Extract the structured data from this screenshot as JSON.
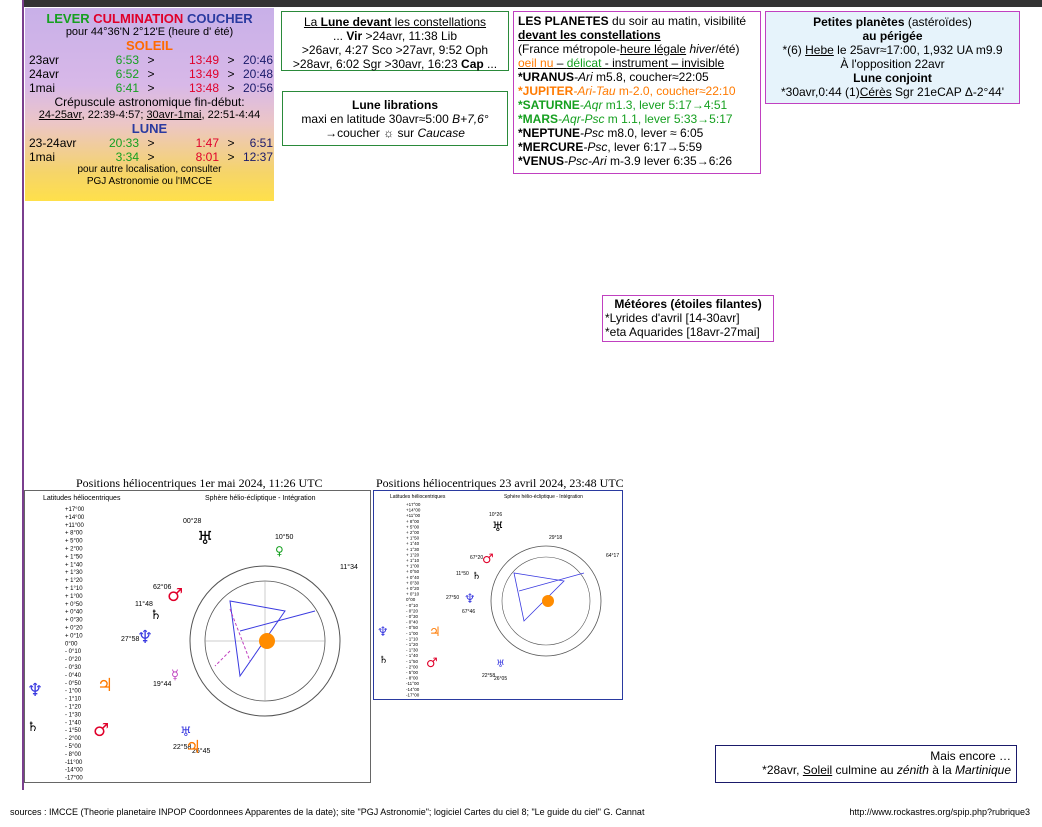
{
  "ephemeris": {
    "header": {
      "lever": "LEVER",
      "culm": "CULMINATION",
      "coucher": "COUCHER"
    },
    "location": "pour 44°36'N  2°12'E (heure d' été)",
    "soleil_title": "SOLEIL",
    "soleil_rows": [
      {
        "date": "23avr",
        "lever": "6:53",
        "culm": "13:49",
        "coucher": "20:46"
      },
      {
        "date": "24avr",
        "lever": "6:52",
        "culm": "13:49",
        "coucher": "20:48"
      },
      {
        "date": "1mai",
        "lever": "6:41",
        "culm": "13:48",
        "coucher": "20:56"
      }
    ],
    "crep_title": "Crépuscule astronomique fin-début:",
    "crep_a_date": "24-25avr",
    "crep_a_val": ", 22:39-4:57; ",
    "crep_b_date": "30avr-1mai",
    "crep_b_val": ", 22:51-4:44",
    "lune_title": "LUNE",
    "lune_rows": [
      {
        "date": "23-24avr",
        "lever": "20:33",
        "culm": "1:47",
        "coucher": "6:51"
      },
      {
        "date": "1mai",
        "lever": "3:34",
        "culm": "8:01",
        "coucher": "12:37"
      }
    ],
    "note_1": "pour autre localisation, consulter",
    "note_2": "PGJ Astronomie ou l'IMCCE",
    "sep": ">"
  },
  "lune_const": {
    "title_a": "La ",
    "title_b": "Lune devant",
    "title_c": " les constellations",
    "line1_pre": "... ",
    "line1_b": "Vir",
    "line1_post": " >24avr, 11:38 Lib",
    "line2": ">26avr, 4:27 Sco >27avr, 9:52 Oph",
    "line3_pre": ">28avr, 6:02 Sgr >30avr, 16:23 ",
    "line3_b": "Cap",
    "line3_post": " ..."
  },
  "lune_lib": {
    "title": "Lune librations",
    "line1_pre": "maxi en latitude 30avr≈5:00 ",
    "line1_i": "B+7,6°",
    "line2_pre": "→coucher ☼ sur ",
    "line2_i": "Caucase"
  },
  "planetes": {
    "title_b": "LES PLANETES",
    "title_rest": " du soir au matin, visibilité",
    "subtitle": "devant les constellations",
    "region_pre": "(France métropole-",
    "region_u": "heure légale",
    "region_i": " hiver",
    "region_post": "/été)",
    "vis_oeil": "oeil nu",
    "vis_sep1": " – ",
    "vis_delicat": "délicat",
    "vis_sep2": " - ",
    "vis_instr": "instrument",
    "vis_sep3": " – ",
    "vis_invis": "invisible",
    "items": [
      {
        "name": "*URANUS",
        "const": "-Ari",
        "rest": " m5.8, coucher≈22:05",
        "color": "#000000"
      },
      {
        "name": "*JUPITER",
        "const": "-Ari-Tau",
        "rest": " m-2.0, coucher≈22:10",
        "color": "#ff7a00"
      },
      {
        "name": "*SATURNE",
        "const": "-Aqr",
        "rest": " m1.3, lever 5:17→4:51",
        "color": "#16a020"
      },
      {
        "name": "*MARS",
        "const": "-Aqr-Psc",
        "rest": " m 1.1, lever 5:33→5:17",
        "color": "#16a020"
      },
      {
        "name": "*NEPTUNE",
        "const": "-Psc",
        "rest": " m8.0, lever ≈ 6:05",
        "color": "#000000"
      },
      {
        "name": "*MERCURE",
        "const": "-Psc",
        "rest": ", lever 6:17→5:59",
        "color": "#000000"
      },
      {
        "name": "*VENUS",
        "const": "-Psc-Ari",
        "rest": " m-3.9 lever 6:35→6:26",
        "color": "#000000"
      }
    ]
  },
  "petites": {
    "title_b": "Petites planètes",
    "title_rest": " (astéroïdes)",
    "perigee": "au périgée",
    "line1_pre": "*(6) ",
    "line1_u": "Hebe",
    "line1_post": " le 25avr≈17:00, 1,932 UA m9.9",
    "line2": "À l'opposition 22avr",
    "conj_title": "Lune conjoint",
    "line3_pre": "*30avr,0:44 (1)",
    "line3_u": "Cérès",
    "line3_post": " Sgr 21eCAP Δ-2°44'"
  },
  "meteores": {
    "title": "Météores (étoiles filantes)",
    "items": [
      "*Lyrides d'avril [14-30avr]",
      "*eta Aquarides [18avr-27mai]"
    ]
  },
  "encore": {
    "title": "Mais encore …",
    "line_pre": "*28avr, ",
    "line_u": "Soleil",
    "line_mid": " culmine au ",
    "line_i1": "zénith",
    "line_mid2": " à la ",
    "line_i2": "Martinique"
  },
  "chart1": {
    "title": "Positions héliocentriques 1er mai 2024, 11:26 UTC",
    "left_label": "Latitudes héliocentriques",
    "right_label": "Sphère hélio-écliptique - Intégration",
    "scale": [
      "+17°00",
      "+14°00",
      "+11°00",
      "+ 8°00",
      "+ 5°00",
      "+ 2°00",
      "+ 1°50",
      "+ 1°40",
      "+ 1°30",
      "+ 1°20",
      "+ 1°10",
      "+ 1°00",
      "+ 0°50",
      "+ 0°40",
      "+ 0°30",
      "+ 0°20",
      "+ 0°10",
      "0°00",
      "- 0°10",
      "- 0°20",
      "- 0°30",
      "- 0°40",
      "- 0°50",
      "- 1°00",
      "- 1°10",
      "- 1°20",
      "- 1°30",
      "- 1°40",
      "- 1°50",
      "- 2°00",
      "- 5°00",
      "- 8°00",
      "-11°00",
      "-14°00",
      "-17°00"
    ],
    "labels": [
      "00°28",
      "10°50",
      "11°34",
      "62°06",
      "11°48",
      "27°58",
      "19°44",
      "22°58",
      "26°45"
    ]
  },
  "chart2": {
    "title": "Positions héliocentriques 23 avril 2024, 23:48 UTC",
    "left_label": "Latitudes héliocentriques",
    "right_label": "Sphère hélio-écliptique - Intégration",
    "labels": [
      "10°26",
      "29°18",
      "64°17",
      "67°20",
      "11°50",
      "27°50",
      "67°46",
      "22°58",
      "26°05"
    ]
  },
  "footer": {
    "sources": "sources : IMCCE (Theorie planetaire INPOP Coordonnees Apparentes de la date); site \"PGJ Astronomie\"; logiciel  Cartes du ciel 8; \"Le guide du ciel\" G. Cannat",
    "url": "http://www.rockastres.org/spip.php?rubrique3"
  },
  "colors": {
    "accent_green": "#2a8a3a",
    "accent_magenta": "#c040c0",
    "sun": "#ff8c00"
  }
}
